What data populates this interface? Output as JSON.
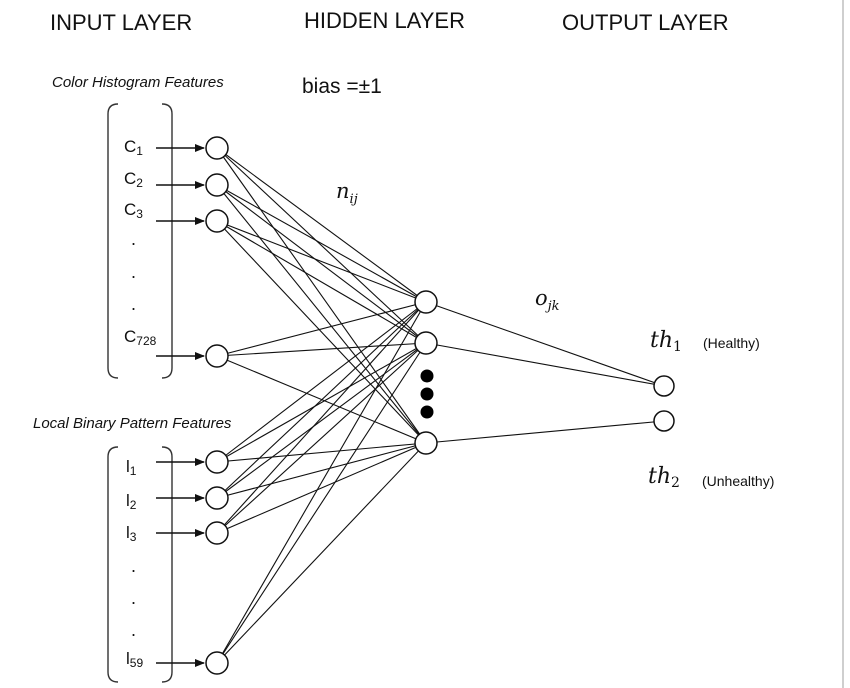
{
  "headers": {
    "input": "INPUT LAYER",
    "hidden": "HIDDEN LAYER",
    "output": "OUTPUT LAYER"
  },
  "groups": {
    "color": "Color Histogram Features",
    "lbp": "Local Binary Pattern Features"
  },
  "bias": "bias =±1",
  "weights": {
    "hidden_symbol": "n",
    "hidden_sub": "ij",
    "output_symbol": "o",
    "output_sub": "jk"
  },
  "inputs": {
    "color": [
      {
        "main": "C",
        "sub": "1"
      },
      {
        "main": "C",
        "sub": "2"
      },
      {
        "main": "C",
        "sub": "3"
      },
      {
        "main": "C",
        "sub": "728"
      }
    ],
    "lbp": [
      {
        "main": "l",
        "sub": "1"
      },
      {
        "main": "l",
        "sub": "2"
      },
      {
        "main": "l",
        "sub": "3"
      },
      {
        "main": "l",
        "sub": "59"
      }
    ],
    "ellipsis": "."
  },
  "outputs": [
    {
      "main": "th",
      "sub": "1",
      "note": "(Healthy)"
    },
    {
      "main": "th",
      "sub": "2",
      "note": "(Unhealthy)"
    }
  ]
}
